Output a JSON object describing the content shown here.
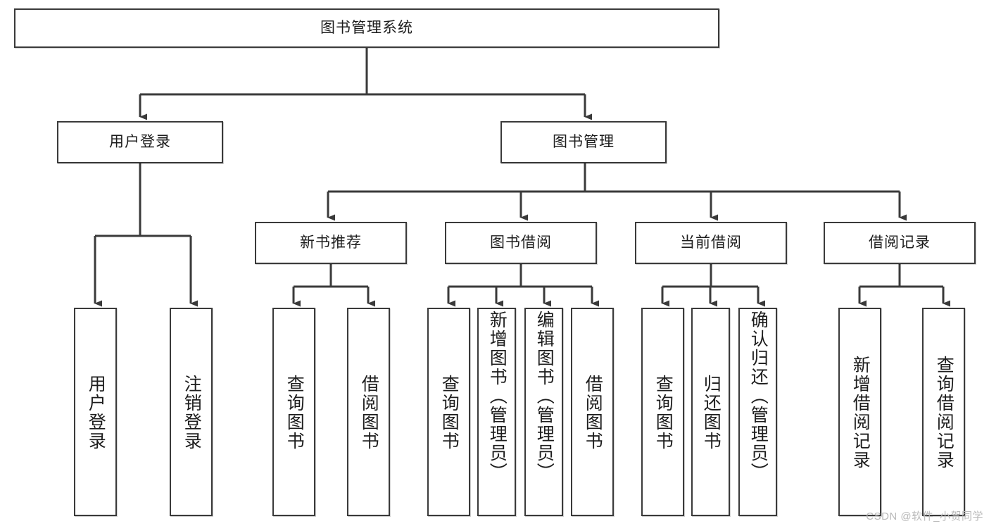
{
  "diagram": {
    "type": "tree-hierarchy",
    "title": "图书管理系统",
    "orientation": "top-down",
    "watermark": "CSDN @软件_小贺同学",
    "colors": {
      "box_border": "#3a3a3a",
      "box_fill": "#ffffff",
      "edge": "#3a3a3a",
      "text": "#1d1d1d",
      "background": "#ffffff",
      "watermark": "#b9b9b9"
    },
    "root": {
      "id": "root",
      "label": "图书管理系统",
      "level": 0
    },
    "level1": [
      {
        "id": "user-login",
        "label": "用户登录",
        "level": 1
      },
      {
        "id": "book-manage",
        "label": "图书管理",
        "level": 1
      }
    ],
    "level2": [
      {
        "id": "new-book-rec",
        "label": "新书推荐",
        "level": 2,
        "parent": "book-manage"
      },
      {
        "id": "book-borrow",
        "label": "图书借阅",
        "level": 2,
        "parent": "book-manage"
      },
      {
        "id": "current-borrow",
        "label": "当前借阅",
        "level": 2,
        "parent": "book-manage"
      },
      {
        "id": "borrow-record",
        "label": "借阅记录",
        "level": 2,
        "parent": "book-manage"
      }
    ],
    "leaves": [
      {
        "id": "leaf-user-login",
        "label": "用户登录",
        "parent": "user-login"
      },
      {
        "id": "leaf-user-logout",
        "label": "注销登录",
        "parent": "user-login"
      },
      {
        "id": "leaf-rec-query-book",
        "label": "查询图书",
        "parent": "new-book-rec"
      },
      {
        "id": "leaf-rec-borrow-book",
        "label": "借阅图书",
        "parent": "new-book-rec"
      },
      {
        "id": "leaf-borrow-query-book",
        "label": "查询图书",
        "parent": "book-borrow"
      },
      {
        "id": "leaf-borrow-add-book",
        "label": "新增图书（管理员）",
        "parent": "book-borrow"
      },
      {
        "id": "leaf-borrow-edit-book",
        "label": "编辑图书（管理员）",
        "parent": "book-borrow"
      },
      {
        "id": "leaf-borrow-borrow-book",
        "label": "借阅图书",
        "parent": "book-borrow"
      },
      {
        "id": "leaf-cur-query-book",
        "label": "查询图书",
        "parent": "current-borrow"
      },
      {
        "id": "leaf-cur-return-book",
        "label": "归还图书",
        "parent": "current-borrow"
      },
      {
        "id": "leaf-cur-confirm-return",
        "label": "确认归还（管理员）",
        "parent": "current-borrow"
      },
      {
        "id": "leaf-rec-add-record",
        "label": "新增借阅记录",
        "parent": "borrow-record"
      },
      {
        "id": "leaf-rec-query-record",
        "label": "查询借阅记录",
        "parent": "borrow-record"
      }
    ]
  }
}
